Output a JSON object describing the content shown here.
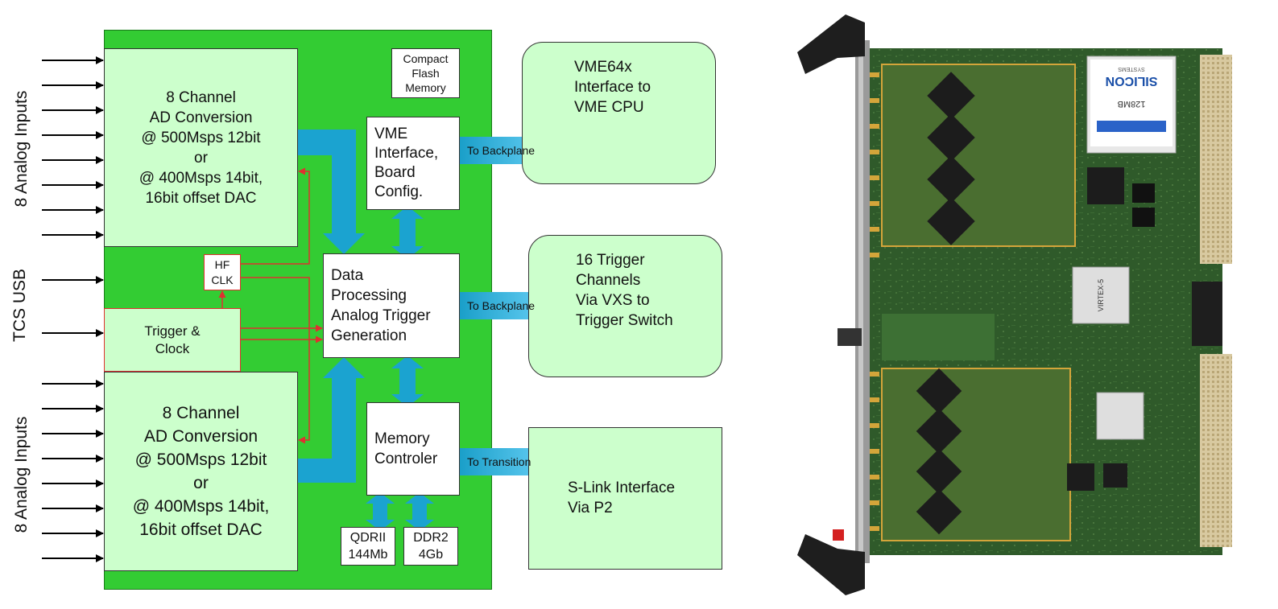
{
  "left_labels": {
    "top_inputs": "8  Analog Inputs",
    "tcs_usb": "TCS USB",
    "bottom_inputs": "8  Analog Inputs"
  },
  "blocks": {
    "adc_top": [
      "8 Channel",
      "AD Conversion",
      "@ 500Msps 12bit",
      "or",
      "@ 400Msps 14bit,",
      "16bit offset DAC"
    ],
    "adc_bottom": [
      "8 Channel",
      "AD Conversion",
      "@ 500Msps 12bit",
      "or",
      "@ 400Msps 14bit,",
      "16bit offset DAC"
    ],
    "trigger_clock": [
      "Trigger &",
      "Clock"
    ],
    "hf_clk": [
      "HF",
      "CLK"
    ],
    "compact_flash": [
      "Compact",
      "Flash",
      "Memory"
    ],
    "vme_interface": [
      "VME",
      "Interface,",
      "Board",
      "Config."
    ],
    "data_processing": [
      "Data",
      "Processing",
      "Analog Trigger",
      "Generation"
    ],
    "memory_controller": [
      "Memory",
      "Controler"
    ],
    "qdrii": [
      "QDRII",
      "144Mb"
    ],
    "ddr2": [
      "DDR2",
      "4Gb"
    ]
  },
  "external": {
    "vme64x": [
      "VME64x",
      "Interface to",
      "VME CPU"
    ],
    "trigger16": [
      "16 Trigger",
      "Channels",
      "Via VXS to",
      "Trigger Switch"
    ],
    "slink": [
      "S-Link Interface",
      "Via P2"
    ]
  },
  "arrow_labels": {
    "backplane_1": "To Backplane",
    "backplane_2": "To Backplane",
    "transition": "To Transition"
  },
  "photo": {
    "cf_card_brand": "SILICON",
    "cf_card_subtitle": "SYSTEMS",
    "cf_card_size": "128MB",
    "fpga_label": "VIRTEX-5"
  },
  "colors": {
    "board_green": "#33cc33",
    "block_light_green": "#ccffcc",
    "bus_blue": "#1fa2d4",
    "signal_red": "#e03030"
  }
}
